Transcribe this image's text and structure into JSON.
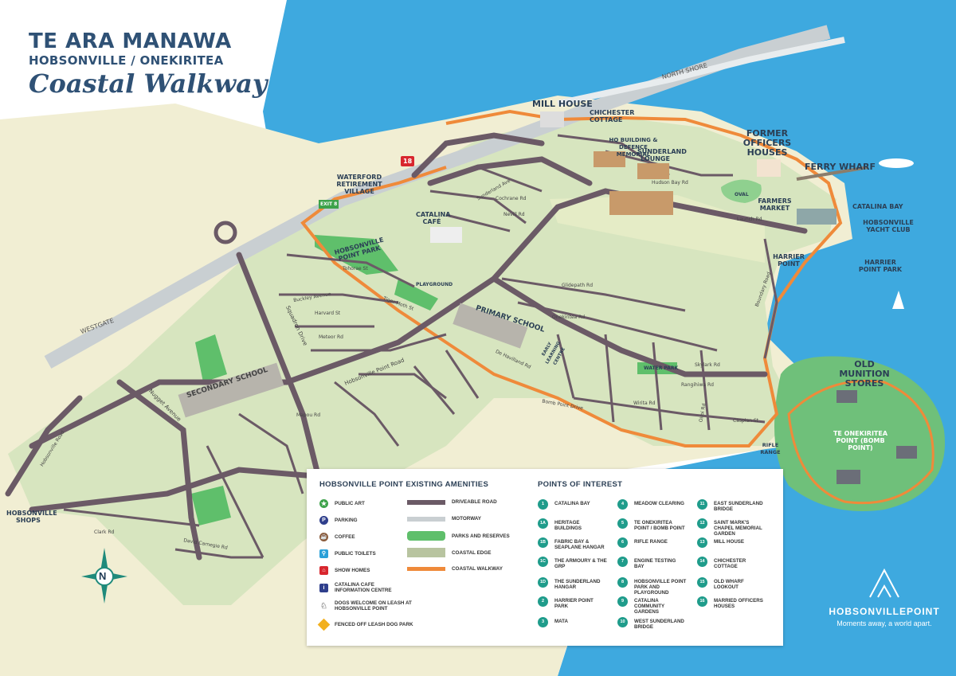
{
  "title": {
    "line1": "TE ARA MANAWA",
    "line2": "HOBSONVILLE / ONEKIRITEA",
    "line3": "Coastal Walkway"
  },
  "colors": {
    "sea": "#3ea9df",
    "land": "#d7e5bf",
    "road": "#6b5a66",
    "motorway": "#c9cfd2",
    "park": "#5fbf6b",
    "coastal_walkway": "#ef8a3a",
    "coastal_edge": "#b8c4a0",
    "poi_circle": "#1f9c8b",
    "title": "#2f5175"
  },
  "labels": {
    "north_shore": "NORTH SHORE",
    "westgate": "WESTGATE",
    "mill_house": "MILL HOUSE",
    "chichester_cottage": "CHICHESTER COTTAGE",
    "former_officers_houses": "FORMER OFFICERS HOUSES",
    "ferry_wharf": "FERRY WHARF",
    "catalina_bay": "CATALINA BAY",
    "yacht_club": "HOBSONVILLE YACHT CLUB",
    "harrier_point": "HARRIER POINT",
    "harrier_point_park": "HARRIER POINT PARK",
    "hq_building": "HQ BUILDING & DEFENCE MEMORIAL",
    "sunderland_lounge": "SUNDERLAND LOUNGE",
    "farmers_market": "FARMERS MARKET",
    "waterford": "WATERFORD RETIREMENT VILLAGE",
    "catalina_cafe": "CATALINA CAFÉ",
    "hobsonville_point_park": "HOBSONVILLE POINT PARK",
    "playground": "PLAYGROUND",
    "primary_school": "PRIMARY SCHOOL",
    "secondary_school": "SECONDARY SCHOOL",
    "hobsonville_shops": "HOBSONVILLE SHOPS",
    "old_munition_stores": "OLD MUNITION STORES",
    "te_onekiritea_point": "TE ONEKIRITEA POINT (BOMB POINT)",
    "rifle_range": "RIFLE RANGE",
    "water_park": "WATER PARK",
    "oval": "OVAL",
    "early_learning": "EARLY LEARNING CENTRE",
    "exit": "EXIT 8",
    "route": "18",
    "compass_n": "N"
  },
  "roads": {
    "squadron_drive": "Squadron Drive",
    "nugget_avenue": "Nugget Avenue",
    "hobsonville_road": "Hobsonville Road",
    "hobsonville_point_road": "Hobsonville Point Road",
    "launch_rd": "Launch Rd",
    "boundary_road": "Boundary Road",
    "clark_rd": "Clark Rd",
    "david_carnegie_rd": "David Carnegie Rd",
    "harvard_st": "Harvard St",
    "meteor_rd": "Meteor Rd",
    "mapou_rd": "Mapou Rd",
    "glidepath_rd": "Glidepath Rd",
    "oreiwha_rd": "Onekiritea Rd",
    "hudson_bay_rd": "Hudson Bay Rd",
    "tohorae_st": "Tohorae St",
    "buckley_avenue": "Buckley Avenue",
    "sunderland_ave": "Sunderland Ave",
    "cochrane_rd": "Cochrane Rd",
    "neville_rd": "Nevill Rd",
    "de_havilland_rd": "De Havilland Rd",
    "bomb_point_drive": "Bomb Point Drive",
    "skylark_rd": "Skylark Rd",
    "rangihiwa_rd": "Rangihiwa Rd",
    "wirita_rd": "Wirita Rd",
    "caspian_st": "Caspian St",
    "oiroi_rd": "Oiroi Rd",
    "liger_rd": "Tiger Moth St"
  },
  "legend": {
    "amenities_title": "HOBSONVILLE POINT EXISTING AMENITIES",
    "pois_title": "POINTS OF INTEREST",
    "amenities_left": [
      {
        "icon": "public-art-icon",
        "label": "PUBLIC ART"
      },
      {
        "icon": "parking-icon",
        "label": "PARKING"
      },
      {
        "icon": "coffee-icon",
        "label": "COFFEE"
      },
      {
        "icon": "toilets-icon",
        "label": "PUBLIC TOILETS"
      },
      {
        "icon": "show-home-icon",
        "label": "SHOW HOMES"
      },
      {
        "icon": "info-icon",
        "label": "CATALINA CAFE INFORMATION CENTRE"
      },
      {
        "icon": "dog-icon",
        "label": "DOGS WELCOME ON LEASH AT HOBSONVILLE POINT"
      },
      {
        "icon": "dog-park-icon",
        "label": "FENCED OFF LEASH DOG PARK"
      }
    ],
    "amenities_right": [
      {
        "swatch": "road",
        "label": "DRIVEABLE ROAD"
      },
      {
        "swatch": "motorway",
        "label": "MOTORWAY"
      },
      {
        "swatch": "park",
        "label": "PARKS AND RESERVES"
      },
      {
        "swatch": "coastal_edge",
        "label": "COASTAL EDGE"
      },
      {
        "swatch": "coastal_walkway",
        "label": "COASTAL WALKWAY"
      }
    ],
    "pois": [
      {
        "num": "1",
        "label": "CATALINA BAY"
      },
      {
        "num": "1A",
        "label": "HERITAGE BUILDINGS"
      },
      {
        "num": "1B",
        "label": "FABRIC BAY & SEAPLANE HANGAR"
      },
      {
        "num": "1C",
        "label": "THE ARMOURY & THE GRP"
      },
      {
        "num": "1D",
        "label": "THE SUNDERLAND HANGAR"
      },
      {
        "num": "2",
        "label": "HARRIER POINT PARK"
      },
      {
        "num": "3",
        "label": "MATA"
      },
      {
        "num": "4",
        "label": "MEADOW CLEARING"
      },
      {
        "num": "5",
        "label": "TE ONEKIRITEA POINT / BOMB POINT"
      },
      {
        "num": "6",
        "label": "RIFLE RANGE"
      },
      {
        "num": "7",
        "label": "ENGINE TESTING BAY"
      },
      {
        "num": "8",
        "label": "HOBSONVILLE POINT PARK AND PLAYGROUND"
      },
      {
        "num": "9",
        "label": "CATALINA COMMUNITY GARDENS"
      },
      {
        "num": "10",
        "label": "WEST SUNDERLAND BRIDGE"
      },
      {
        "num": "11",
        "label": "EAST SUNDERLAND BRIDGE"
      },
      {
        "num": "12",
        "label": "SAINT MARK'S CHAPEL MEMORIAL GARDEN"
      },
      {
        "num": "13",
        "label": "MILL HOUSE"
      },
      {
        "num": "14",
        "label": "CHICHESTER COTTAGE"
      },
      {
        "num": "15",
        "label": "OLD WHARF LOOKOUT"
      },
      {
        "num": "16",
        "label": "MARRIED OFFICERS HOUSES"
      }
    ]
  },
  "brand": {
    "name": "HOBSONVILLEPOINT",
    "tagline": "Moments away, a world apart."
  }
}
